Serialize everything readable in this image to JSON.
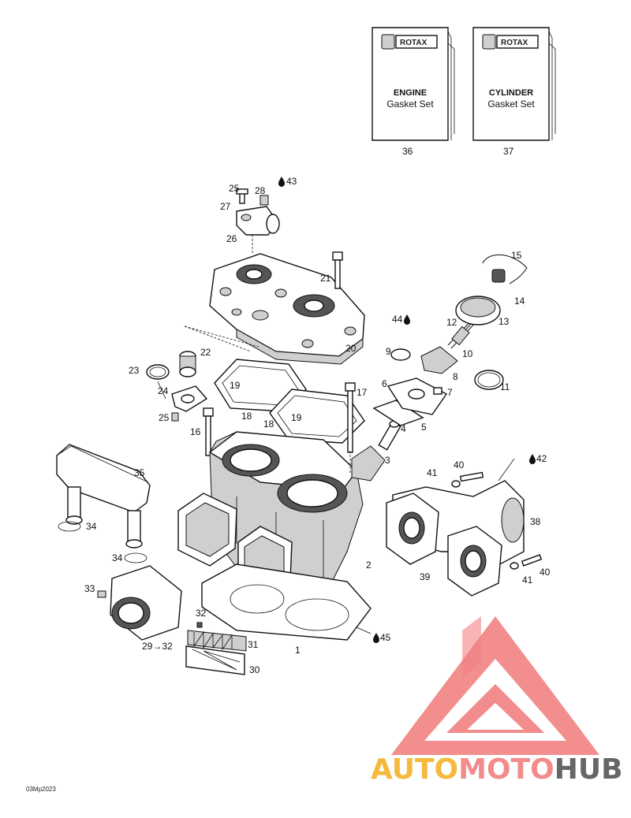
{
  "kits": [
    {
      "brand": "ROTAX",
      "title": "ENGINE",
      "subtitle": "Gasket Set",
      "number": "36"
    },
    {
      "brand": "ROTAX",
      "title": "CYLINDER",
      "subtitle": "Gasket Set",
      "number": "37"
    }
  ],
  "callouts": {
    "c1": "1",
    "c2": "2",
    "c3": "3",
    "c4": "4",
    "c5": "5",
    "c6": "6",
    "c7": "7",
    "c8": "8",
    "c9": "9",
    "c10": "10",
    "c11": "11",
    "c12": "12",
    "c13": "13",
    "c14": "14",
    "c15": "15",
    "c16": "16",
    "c17": "17",
    "c18a": "18",
    "c18b": "18",
    "c19a": "19",
    "c19b": "19",
    "c20": "20",
    "c21": "21",
    "c22": "22",
    "c23": "23",
    "c24": "24",
    "c25a": "25",
    "c25b": "25",
    "c26": "26",
    "c27": "27",
    "c28": "28",
    "c29": "29→32",
    "c30": "30",
    "c31": "31",
    "c32": "32",
    "c33": "33",
    "c34a": "34",
    "c34b": "34",
    "c35": "35",
    "c38": "38",
    "c39": "39",
    "c40a": "40",
    "c40b": "40",
    "c41a": "41",
    "c41b": "41",
    "c42": "42",
    "c43": "43",
    "c44": "44",
    "c45": "45"
  },
  "reference_code": "03Mp2023",
  "watermark": {
    "word_part1": "AUTO",
    "word_part2": "MOTO",
    "word_part3": "HUB",
    "color_part1": "#f5b93d",
    "color_part2": "#f28b8b",
    "color_part3": "#666666",
    "logo_color": "#f06b6b"
  }
}
